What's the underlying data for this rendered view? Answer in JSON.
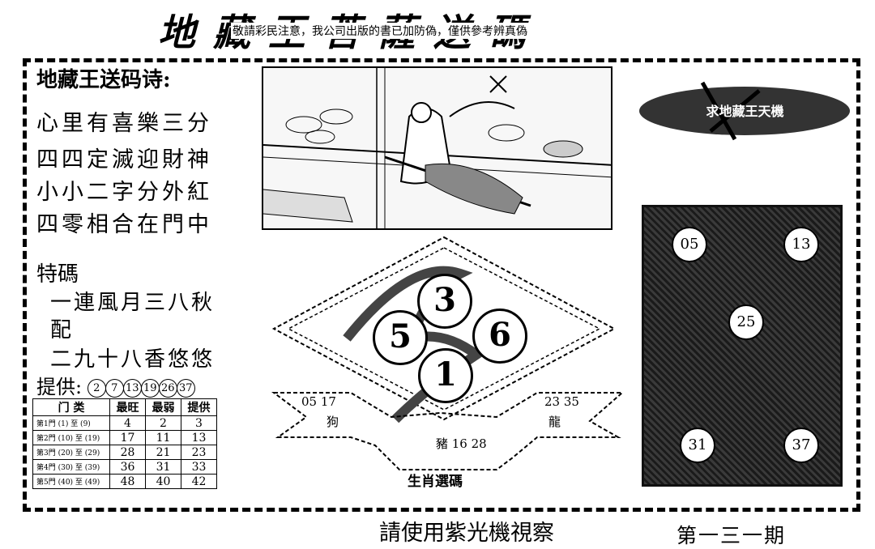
{
  "title": {
    "main": "地藏王菩薩送碼",
    "sub": "敬請彩民注意，我公司出版的書已加防偽，僅供參考辨真偽"
  },
  "poem": {
    "heading": "地藏王送码诗:",
    "lines": [
      "心里有喜樂三分",
      "四四定滅迎財神",
      "小小二字分外紅",
      "四零相合在門中"
    ]
  },
  "special": {
    "label": "特碼",
    "line1": "一連風月三八秋",
    "line2": "配",
    "line3": "二九十八香悠悠"
  },
  "gift": {
    "label": "提供:",
    "numbers": [
      "2",
      "7",
      "13",
      "19",
      "26",
      "37"
    ]
  },
  "table": {
    "headers": [
      "门 类",
      "最旺",
      "最弱",
      "提供"
    ],
    "rows": [
      {
        "label": "第1門 (1) 至 (9)",
        "vals": [
          "4",
          "2",
          "3"
        ]
      },
      {
        "label": "第2門 (10) 至 (19)",
        "vals": [
          "17",
          "11",
          "13"
        ]
      },
      {
        "label": "第3門 (20) 至 (29)",
        "vals": [
          "28",
          "21",
          "23"
        ]
      },
      {
        "label": "第4門 (30) 至 (39)",
        "vals": [
          "36",
          "31",
          "33"
        ]
      },
      {
        "label": "第5門 (40) 至 (49)",
        "vals": [
          "48",
          "40",
          "42"
        ]
      }
    ]
  },
  "oval": {
    "text": "求地藏王天機"
  },
  "balls": [
    "3",
    "5",
    "6",
    "1"
  ],
  "zodiac": {
    "left_nums": "05 17",
    "left_animal": "狗",
    "right_nums": "23 35",
    "right_animal": "龍",
    "center": "豬 16 28",
    "banner": "生肖選碼"
  },
  "dark_numbers": [
    "05",
    "13",
    "25",
    "31",
    "37"
  ],
  "footer": {
    "note": "請使用紫光機視察",
    "issue": "第一三一期"
  }
}
